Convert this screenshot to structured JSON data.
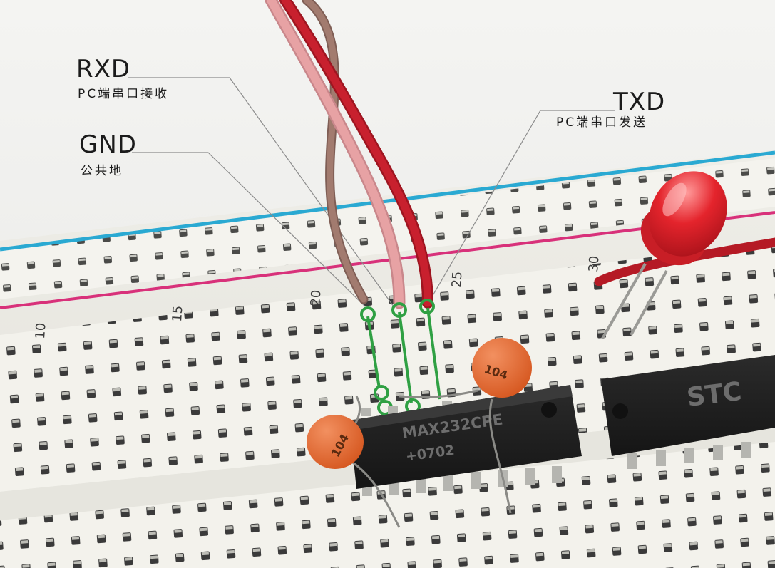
{
  "labels": {
    "rxd": {
      "title": "RXD",
      "subtitle": "PC端串口接收"
    },
    "gnd": {
      "title": "GND",
      "subtitle": "公共地"
    },
    "txd": {
      "title": "TXD",
      "subtitle": "PC端串口发送"
    }
  },
  "breadboard": {
    "column_numbers": [
      "10",
      "15",
      "20",
      "25",
      "30"
    ]
  },
  "components": {
    "max232_chip": {
      "line1": "MAX232CPE",
      "line2": "+0702"
    },
    "stc_chip": {
      "text": "STC"
    },
    "capacitor_left": {
      "marking": "104"
    },
    "capacitor_right": {
      "marking": "104"
    }
  },
  "colors": {
    "wire_red": "#c8202e",
    "wire_pink": "#e7a2a4",
    "wire_brown": "#a27b6f",
    "jumper_green": "#2fa043",
    "rail_blue": "#2aa9d2",
    "rail_pink": "#d8317a",
    "led_red": "#e4242c",
    "capacitor_orange": "#e46a2a",
    "chip_black": "#1e1e1e"
  }
}
